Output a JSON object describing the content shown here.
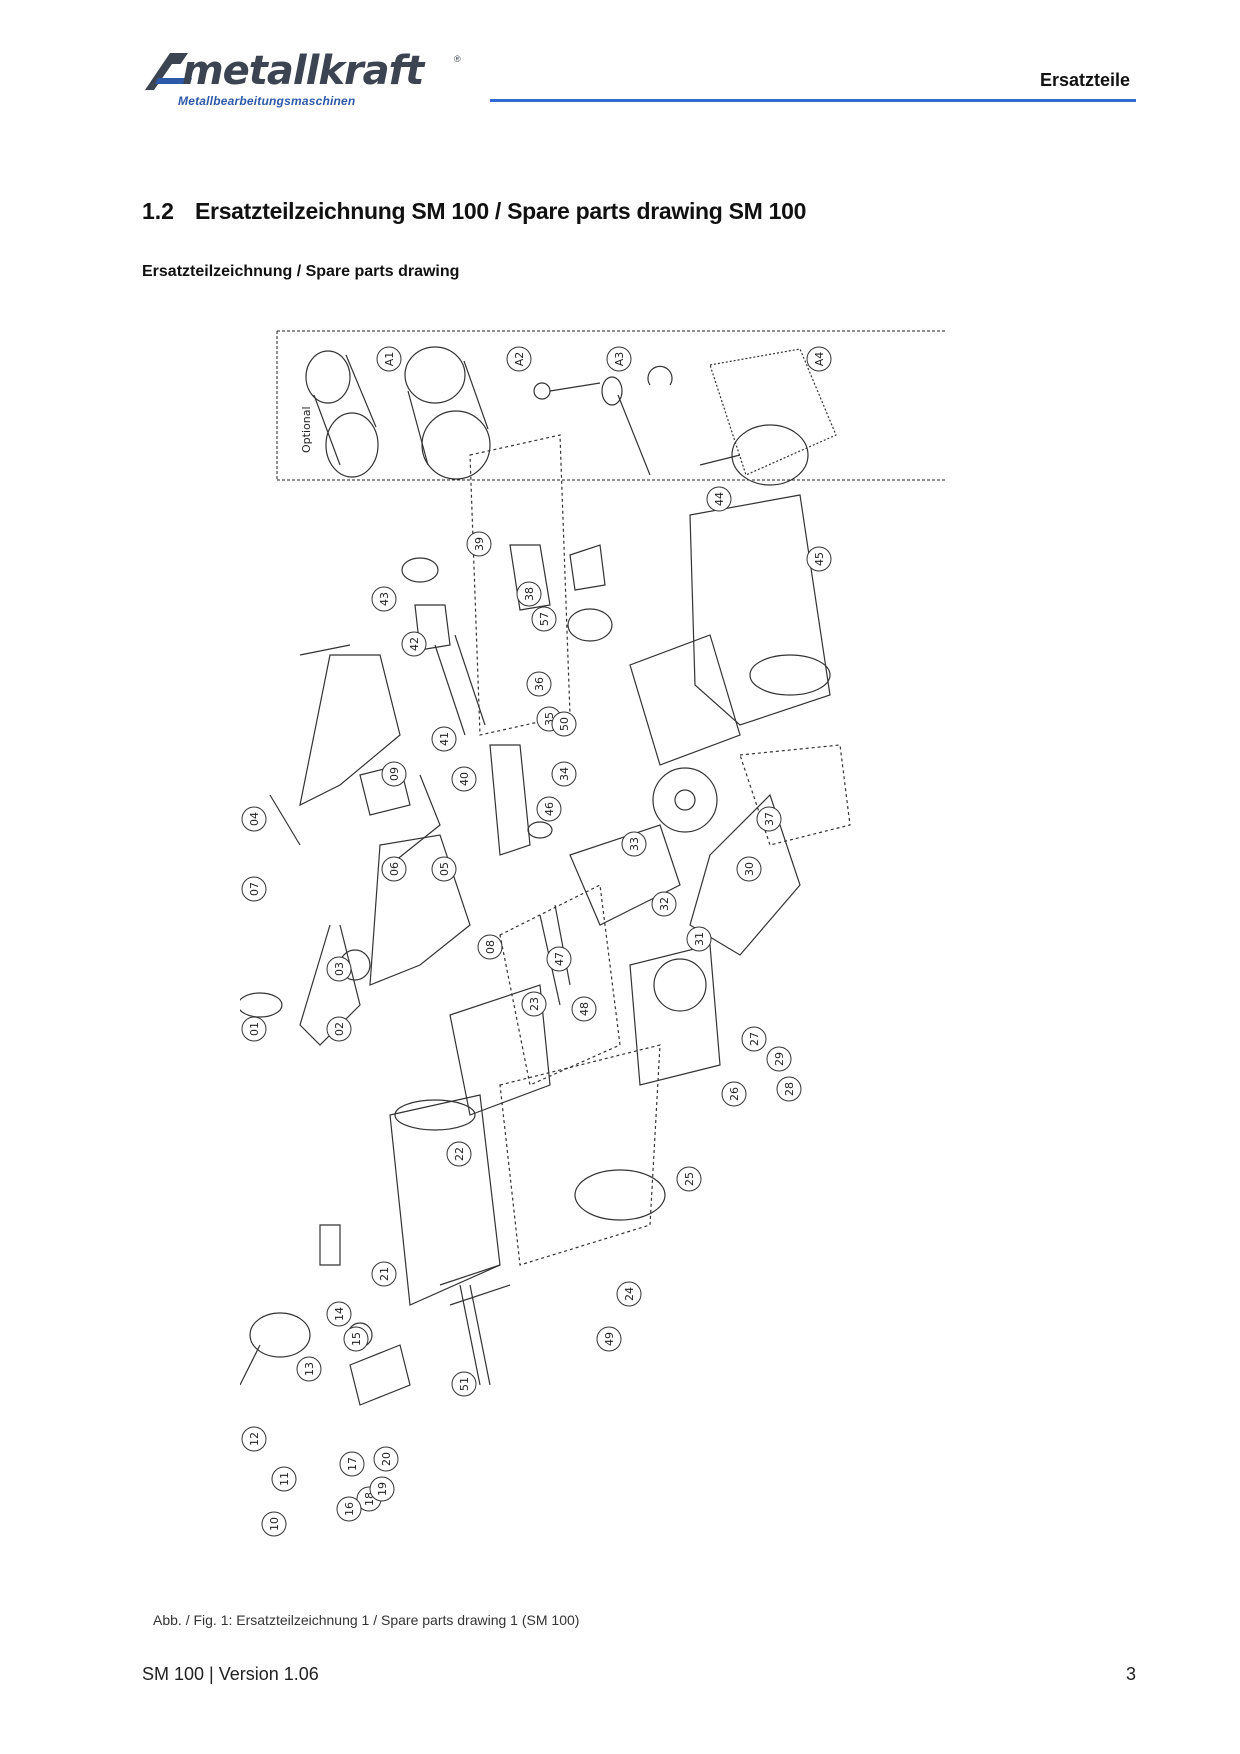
{
  "header": {
    "logo_text": "metallkraft",
    "logo_registered": "®",
    "logo_subtitle": "Metallbearbeitungsmaschinen",
    "section_label": "Ersatzteile",
    "rule_color": "#2f6bd1"
  },
  "section": {
    "number": "1.2",
    "title": "Ersatzteilzeichnung SM 100 / Spare parts drawing SM 100",
    "subtitle": "Ersatzteilzeichnung  / Spare parts drawing"
  },
  "drawing": {
    "optional_label": "Optional",
    "part_labels": [
      "A1",
      "A2",
      "A3",
      "A4",
      "44",
      "45",
      "39",
      "43",
      "38",
      "57",
      "42",
      "36",
      "35",
      "50",
      "41",
      "40",
      "34",
      "33",
      "09",
      "04",
      "06",
      "07",
      "05",
      "46",
      "32",
      "31",
      "47",
      "37",
      "30",
      "08",
      "03",
      "48",
      "23",
      "27",
      "29",
      "28",
      "26",
      "01",
      "02",
      "22",
      "25",
      "24",
      "21",
      "14",
      "15",
      "13",
      "49",
      "51",
      "12",
      "11",
      "10",
      "18",
      "19",
      "20",
      "17",
      "16"
    ]
  },
  "caption": "Abb. / Fig. 1: Ersatzteilzeichnung 1 / Spare parts drawing 1 (SM 100)",
  "footer": {
    "left": "SM 100 | Version 1.06",
    "page_number": "3"
  }
}
